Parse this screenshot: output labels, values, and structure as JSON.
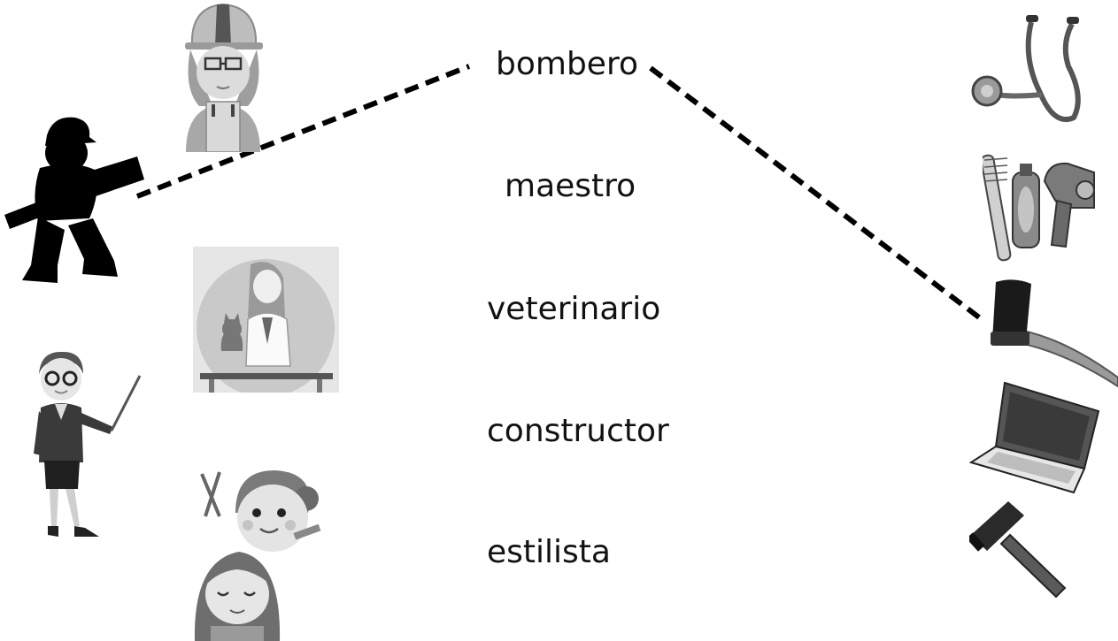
{
  "words": [
    "bombero",
    "maestro",
    "veterinario",
    "constructor",
    "estilista"
  ],
  "left_pictures": [
    "construction-worker-icon",
    "firefighter-icon",
    "veterinarian-icon",
    "teacher-icon",
    "stylist-icon"
  ],
  "right_pictures": [
    "stethoscope-icon",
    "hair-tools-icon",
    "axe-icon",
    "laptop-icon",
    "hammer-icon"
  ],
  "connections": [
    {
      "from": "firefighter-icon",
      "to": "bombero"
    },
    {
      "from": "bombero",
      "to": "axe-icon"
    }
  ],
  "colors": {
    "ink": "#111111",
    "dash_line": "#000000",
    "grey_mid": "#8a8a8a",
    "grey_light": "#c8c8c8"
  }
}
